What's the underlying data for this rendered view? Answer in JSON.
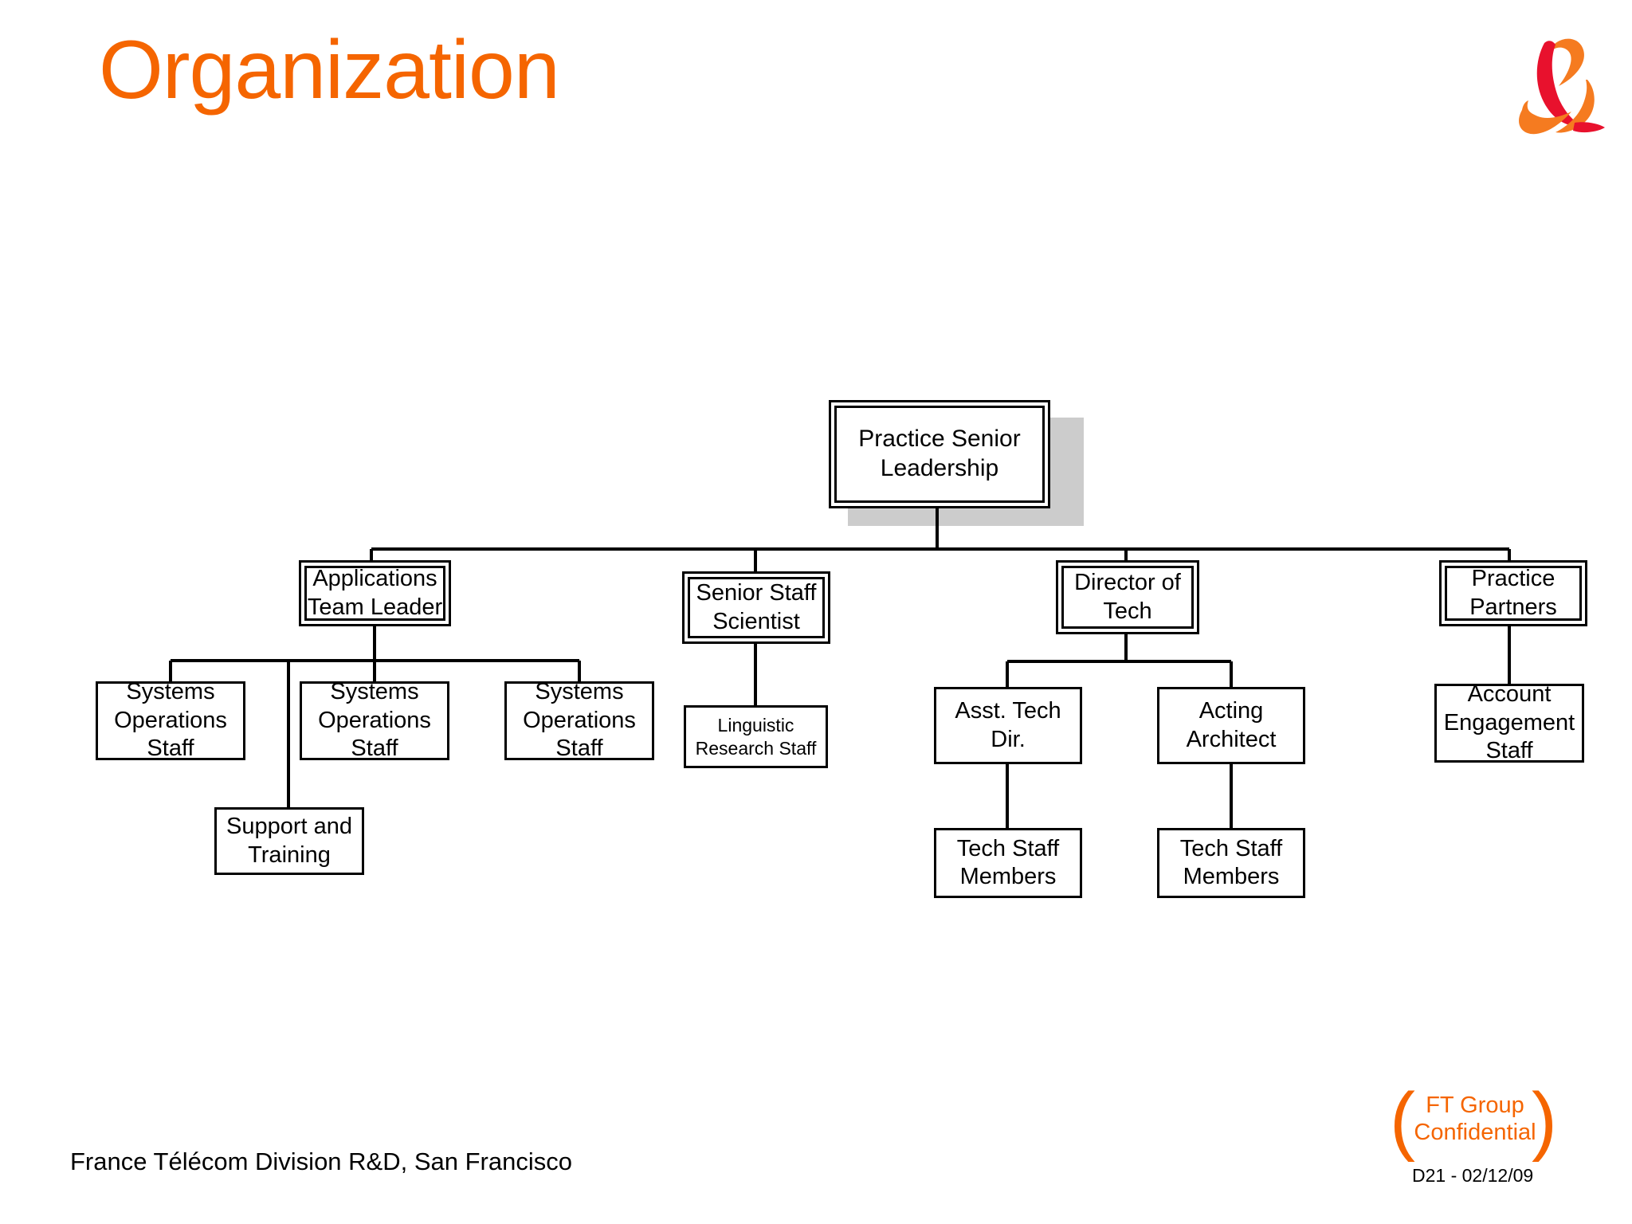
{
  "slide": {
    "title": "Organization",
    "title_color": "#F56500",
    "background": "#ffffff"
  },
  "logo": {
    "name": "france-telecom-logo",
    "orange": "#F57B20",
    "red": "#E8112D"
  },
  "org_chart": {
    "type": "org-chart",
    "line_color": "#000000",
    "shadow_color": "#cccccc",
    "nodes": [
      {
        "id": "practice-senior-leadership",
        "label": "Practice Senior\nLeadership",
        "level": 0,
        "border": "double",
        "shadow": true
      },
      {
        "id": "applications-team-leader",
        "label": "Applications\nTeam Leader",
        "level": 1,
        "border": "double",
        "parent": "practice-senior-leadership"
      },
      {
        "id": "senior-staff-scientist",
        "label": "Senior Staff\nScientist",
        "level": 1,
        "border": "double",
        "parent": "practice-senior-leadership"
      },
      {
        "id": "director-of-tech",
        "label": "Director of\nTech",
        "level": 1,
        "border": "double",
        "parent": "practice-senior-leadership"
      },
      {
        "id": "practice-partners",
        "label": "Practice\nPartners",
        "level": 1,
        "border": "double",
        "parent": "practice-senior-leadership"
      },
      {
        "id": "systems-operations-staff-1",
        "label": "Systems\nOperations\nStaff",
        "level": 2,
        "border": "single",
        "parent": "applications-team-leader"
      },
      {
        "id": "systems-operations-staff-2",
        "label": "Systems\nOperations\nStaff",
        "level": 2,
        "border": "single",
        "parent": "applications-team-leader"
      },
      {
        "id": "systems-operations-staff-3",
        "label": "Systems\nOperations\nStaff",
        "level": 2,
        "border": "single",
        "parent": "applications-team-leader"
      },
      {
        "id": "linguistic-research-staff",
        "label": "Linguistic\nResearch Staff",
        "level": 2,
        "border": "single",
        "parent": "senior-staff-scientist"
      },
      {
        "id": "asst-tech-dir",
        "label": "Asst. Tech\nDir.",
        "level": 2,
        "border": "single",
        "parent": "director-of-tech"
      },
      {
        "id": "acting-architect",
        "label": "Acting\nArchitect",
        "level": 2,
        "border": "single",
        "parent": "director-of-tech"
      },
      {
        "id": "account-engagement-staff",
        "label": "Account\nEngagement\nStaff",
        "level": 2,
        "border": "single",
        "parent": "practice-partners"
      },
      {
        "id": "support-and-training",
        "label": "Support and\nTraining",
        "level": 3,
        "border": "single",
        "parent": "systems-operations-staff-2"
      },
      {
        "id": "tech-staff-members-1",
        "label": "Tech Staff\nMembers",
        "level": 3,
        "border": "single",
        "parent": "asst-tech-dir"
      },
      {
        "id": "tech-staff-members-2",
        "label": "Tech Staff\nMembers",
        "level": 3,
        "border": "single",
        "parent": "acting-architect"
      }
    ]
  },
  "footer": {
    "organization": "France Télécom Division R&D, San Francisco",
    "confidential_line1": "FT Group",
    "confidential_line2": "Confidential",
    "confidential_color": "#F56500",
    "paren_left": "(",
    "paren_right": ")",
    "slide_id": "D21 - 02/12/09"
  }
}
